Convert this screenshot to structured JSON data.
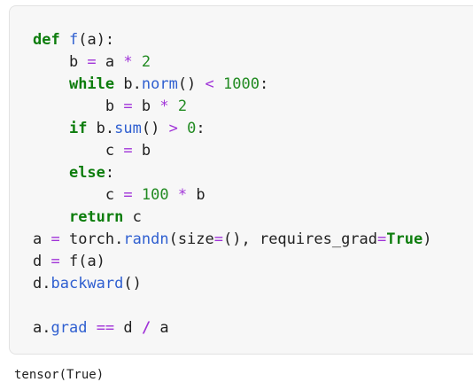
{
  "cell": {
    "lines": [
      [
        {
          "t": "def",
          "c": "kw"
        },
        {
          "t": " "
        },
        {
          "t": "f",
          "c": "fn"
        },
        {
          "t": "(a):"
        }
      ],
      [
        {
          "t": "    b "
        },
        {
          "t": "=",
          "c": "op"
        },
        {
          "t": " a "
        },
        {
          "t": "*",
          "c": "op"
        },
        {
          "t": " "
        },
        {
          "t": "2",
          "c": "num"
        }
      ],
      [
        {
          "t": "    "
        },
        {
          "t": "while",
          "c": "kw"
        },
        {
          "t": " b."
        },
        {
          "t": "norm",
          "c": "fn"
        },
        {
          "t": "() "
        },
        {
          "t": "<",
          "c": "op"
        },
        {
          "t": " "
        },
        {
          "t": "1000",
          "c": "num"
        },
        {
          "t": ":"
        }
      ],
      [
        {
          "t": "        b "
        },
        {
          "t": "=",
          "c": "op"
        },
        {
          "t": " b "
        },
        {
          "t": "*",
          "c": "op"
        },
        {
          "t": " "
        },
        {
          "t": "2",
          "c": "num"
        }
      ],
      [
        {
          "t": "    "
        },
        {
          "t": "if",
          "c": "kw"
        },
        {
          "t": " b."
        },
        {
          "t": "sum",
          "c": "fn"
        },
        {
          "t": "() "
        },
        {
          "t": ">",
          "c": "op"
        },
        {
          "t": " "
        },
        {
          "t": "0",
          "c": "num"
        },
        {
          "t": ":"
        }
      ],
      [
        {
          "t": "        c "
        },
        {
          "t": "=",
          "c": "op"
        },
        {
          "t": " b"
        }
      ],
      [
        {
          "t": "    "
        },
        {
          "t": "else",
          "c": "kw"
        },
        {
          "t": ":"
        }
      ],
      [
        {
          "t": "        c "
        },
        {
          "t": "=",
          "c": "op"
        },
        {
          "t": " "
        },
        {
          "t": "100",
          "c": "num"
        },
        {
          "t": " "
        },
        {
          "t": "*",
          "c": "op"
        },
        {
          "t": " b"
        }
      ],
      [
        {
          "t": "    "
        },
        {
          "t": "return",
          "c": "kw"
        },
        {
          "t": " c"
        }
      ],
      [
        {
          "t": "a "
        },
        {
          "t": "=",
          "c": "op"
        },
        {
          "t": " torch."
        },
        {
          "t": "randn",
          "c": "fn"
        },
        {
          "t": "(size"
        },
        {
          "t": "=",
          "c": "op"
        },
        {
          "t": "(), requires_grad"
        },
        {
          "t": "=",
          "c": "op"
        },
        {
          "t": "True",
          "c": "kw"
        },
        {
          "t": ")"
        }
      ],
      [
        {
          "t": "d "
        },
        {
          "t": "=",
          "c": "op"
        },
        {
          "t": " f(a)"
        }
      ],
      [
        {
          "t": "d."
        },
        {
          "t": "backward",
          "c": "fn"
        },
        {
          "t": "()"
        }
      ],
      [
        {
          "t": ""
        }
      ],
      [
        {
          "t": "a."
        },
        {
          "t": "grad",
          "c": "fn"
        },
        {
          "t": " "
        },
        {
          "t": "==",
          "c": "op"
        },
        {
          "t": " d "
        },
        {
          "t": "/",
          "c": "op b"
        },
        {
          "t": " a"
        }
      ]
    ]
  },
  "output": {
    "text": "tensor(True)"
  },
  "colors": {
    "keyword": "#0d7d0d",
    "function": "#2f5fd0",
    "operator": "#a033d8",
    "number": "#228b22",
    "text": "#212121",
    "cell_background": "#f7f7f7"
  }
}
